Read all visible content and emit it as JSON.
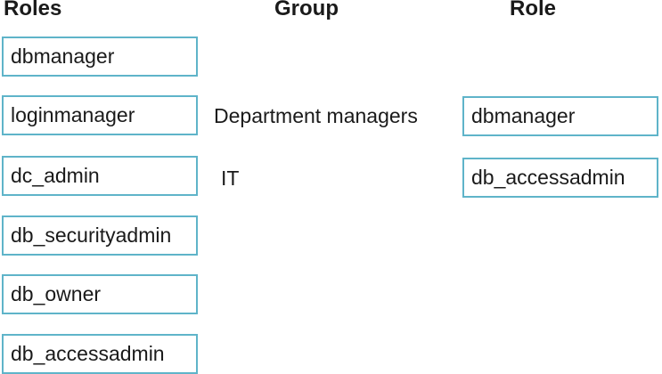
{
  "headers": {
    "roles": "Roles",
    "group": "Group",
    "role": "Role"
  },
  "roles": [
    "dbmanager",
    "loginmanager",
    "dc_admin",
    "db_securityadmin",
    "db_owner",
    "db_accessadmin"
  ],
  "groups": [
    {
      "name": "Department managers",
      "role": "dbmanager"
    },
    {
      "name": "IT",
      "role": "db_accessadmin"
    }
  ]
}
